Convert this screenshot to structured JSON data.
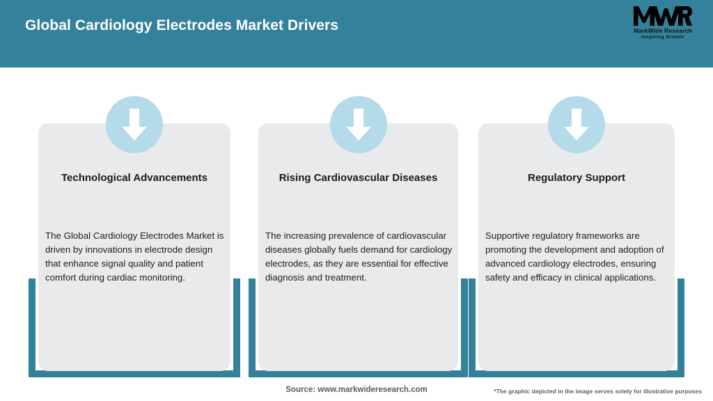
{
  "header": {
    "title": "Global Cardiology Electrodes Market Drivers",
    "background_color": "#34819b",
    "title_color": "#ffffff"
  },
  "logo": {
    "mark": "MWR",
    "name": "MarkWide Research",
    "tagline": "Inspiring Growth"
  },
  "cards": [
    {
      "icon": "down-arrow-icon",
      "title": "Technological Advancements",
      "body": "The Global Cardiology Electrodes Market is driven by innovations in electrode design that enhance signal quality and patient comfort during cardiac monitoring."
    },
    {
      "icon": "down-arrow-icon",
      "title": "Rising Cardiovascular Diseases",
      "body": "The increasing prevalence of cardiovascular diseases globally fuels demand for cardiology electrodes, as they are essential for effective diagnosis and treatment."
    },
    {
      "icon": "down-arrow-icon",
      "title": "Regulatory Support",
      "body": "Supportive regulatory frameworks are promoting the development and adoption of advanced cardiology electrodes, ensuring safety and efficacy in clinical applications."
    }
  ],
  "footer": {
    "source": "Source: www.markwideresearch.com",
    "disclaimer": "*The graphic depicted in the image serves solely for illustrative purposes"
  },
  "theme": {
    "accent_teal": "#34819b",
    "card_gray": "#e8eaeb",
    "icon_blue": "#b3dbe9",
    "page_background": "#ffffff"
  }
}
